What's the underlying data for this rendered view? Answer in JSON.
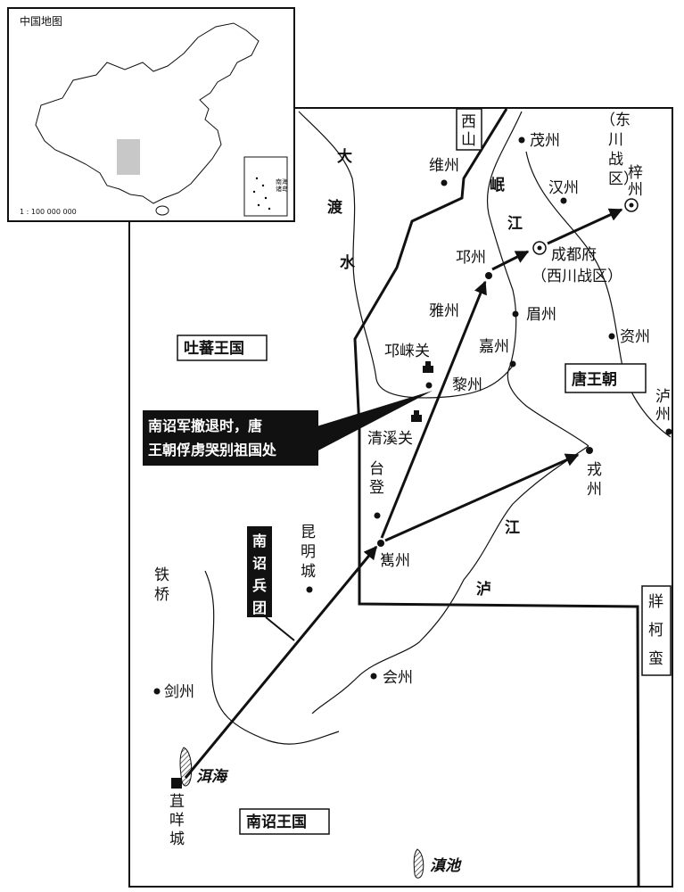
{
  "inset": {
    "title": "中国地图",
    "scale": "1 : 100 000 000",
    "sea_label": [
      "南海",
      "诸岛"
    ]
  },
  "regions": {
    "tubo": "吐蕃王国",
    "tang": "唐王朝",
    "nanzhao": "南诏王国",
    "xishan": [
      "西",
      "山"
    ],
    "zangke": [
      "牂",
      "柯",
      "蛮"
    ],
    "dongchuan": [
      "（东",
      "川",
      "战",
      "区）"
    ]
  },
  "cities": {
    "maozhou": "茂州",
    "weizhou": "维州",
    "hanzhou": "汉州",
    "zizhou": [
      "梓",
      "州"
    ],
    "qiongzhou": "邛州",
    "chengdu": "成都府",
    "xichuan": "（西川战区）",
    "yazhou": "雅州",
    "meizhou": "眉州",
    "zizhou2": "资州",
    "qionglaiguan": "邛崃关",
    "jiazhou": "嘉州",
    "lizhou": "黎州",
    "luzhou": [
      "泸",
      "州"
    ],
    "qingxiguan": "清溪关",
    "taideng": [
      "台",
      "登"
    ],
    "rongzhou": [
      "戎",
      "州"
    ],
    "kunming": [
      "昆",
      "明",
      "城"
    ],
    "suizhou": "嶲州",
    "tieqiao": [
      "铁",
      "桥"
    ],
    "huizhou": "会州",
    "jianzhou": "剑州",
    "jujiecheng": [
      "苴",
      "咩",
      "城"
    ]
  },
  "rivers": {
    "dadu": [
      "大",
      "渡",
      "水"
    ],
    "min": [
      "岷",
      "江"
    ],
    "lu": [
      "江",
      "泸"
    ]
  },
  "lakes": {
    "erhai": "洱海",
    "dianchi": "滇池"
  },
  "callouts": {
    "retreat": [
      "南诏军撤退时，唐",
      "王朝俘虏哭别祖国处"
    ],
    "army": [
      "南",
      "诏",
      "兵",
      "团"
    ]
  },
  "colors": {
    "ink": "#111111",
    "inset_fill": "#c8c8c8",
    "paper": "#ffffff"
  }
}
